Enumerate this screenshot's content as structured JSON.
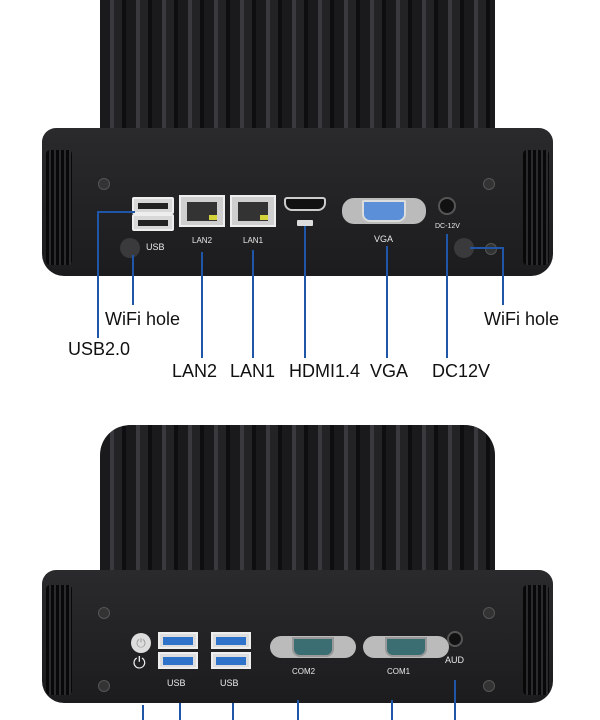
{
  "top_panel": {
    "port_labels": {
      "usb": "USB",
      "lan2": "LAN2",
      "lan1": "LAN1",
      "vga": "VGA",
      "dc": "DC-12V"
    },
    "callouts": {
      "wifi_left": "WiFi hole",
      "usb20": "USB2.0",
      "lan2": "LAN2",
      "lan1": "LAN1",
      "hdmi": "HDMI1.4",
      "vga": "VGA",
      "dc": "DC12V",
      "wifi_right": "WiFi hole"
    }
  },
  "bottom_panel": {
    "port_labels": {
      "usb_a": "USB",
      "usb_b": "USB",
      "com2": "COM2",
      "com1": "COM1",
      "aud": "AUD"
    }
  },
  "colors": {
    "callout_line": "#1f56a8",
    "body": "#1f1f21"
  }
}
